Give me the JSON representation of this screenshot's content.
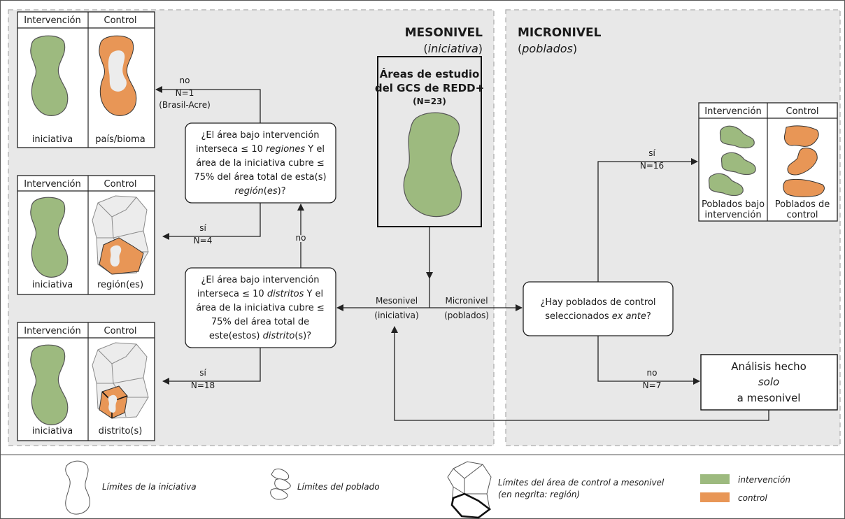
{
  "mesonivel": {
    "title": "MESONIVEL",
    "subtitle_open": "(",
    "subtitle_it": "iniciativa",
    "subtitle_close": ")"
  },
  "micronivel": {
    "title": "MICRONIVEL",
    "subtitle_open": "(",
    "subtitle_it": "poblados",
    "subtitle_close": ")"
  },
  "cards": {
    "h_int": "Intervención",
    "h_ctl": "Control",
    "c1": {
      "left": "iniciativa",
      "right": "país/bioma"
    },
    "c2": {
      "left": "iniciativa",
      "right": "región(es)"
    },
    "c3": {
      "left": "iniciativa",
      "right": "distrito(s)"
    },
    "micro": {
      "left1": "Poblados bajo",
      "left2": "intervención",
      "right1": "Poblados de",
      "right2": "control"
    }
  },
  "q1": {
    "l1": "¿El área bajo intervención",
    "l2a": "interseca ≤ 10 ",
    "l2b": "regiones",
    "l2c": " Y el",
    "l3": "área de la iniciativa cubre ≤",
    "l4": "75% del área total de esta(s)",
    "l5a": "región",
    "l5b": "(",
    "l5c": "es",
    "l5d": ")?"
  },
  "q2": {
    "l1": "¿El área bajo intervención",
    "l2a": "interseca ≤ 10 ",
    "l2b": "distritos",
    "l2c": " Y el",
    "l3": "área de la iniciativa cubre ≤",
    "l4": "75% del área total de",
    "l5a": "este(estos) ",
    "l5b": "distrito",
    "l5c": "(s)?"
  },
  "q3": {
    "l1": "¿Hay poblados de control",
    "l2a": "seleccionados ",
    "l2b": "ex ante",
    "l2c": "?"
  },
  "edges": {
    "no1": "no",
    "n1": "N=1",
    "brasil": "(Brasil-Acre)",
    "si4": "sí",
    "n4": "N=4",
    "no_up": "no",
    "si18": "sí",
    "n18": "N=18",
    "meso1": "Mesonivel",
    "meso2": "(iniciativa)",
    "micro1": "Micronivel",
    "micro2": "(poblados)",
    "si16": "sí",
    "n16": "N=16",
    "no7": "no",
    "n7": "N=7"
  },
  "study": {
    "l1": "Áreas de estudio",
    "l2": "del GCS de REDD+",
    "l3": "(N=23)"
  },
  "analysis": {
    "l1": "Análisis hecho",
    "l2": "solo",
    "l3": "a mesonivel"
  },
  "legend": {
    "iniciativa": "Límites de la iniciativa",
    "poblado": "Límites del poblado",
    "control1": "Límites del área de control a mesonivel",
    "control2": "(en negrita: región)",
    "intervencion": "intervención",
    "control": "control"
  },
  "colors": {
    "intervencion": "#9dba7f",
    "control": "#e89656",
    "panel": "#e8e8e8"
  }
}
